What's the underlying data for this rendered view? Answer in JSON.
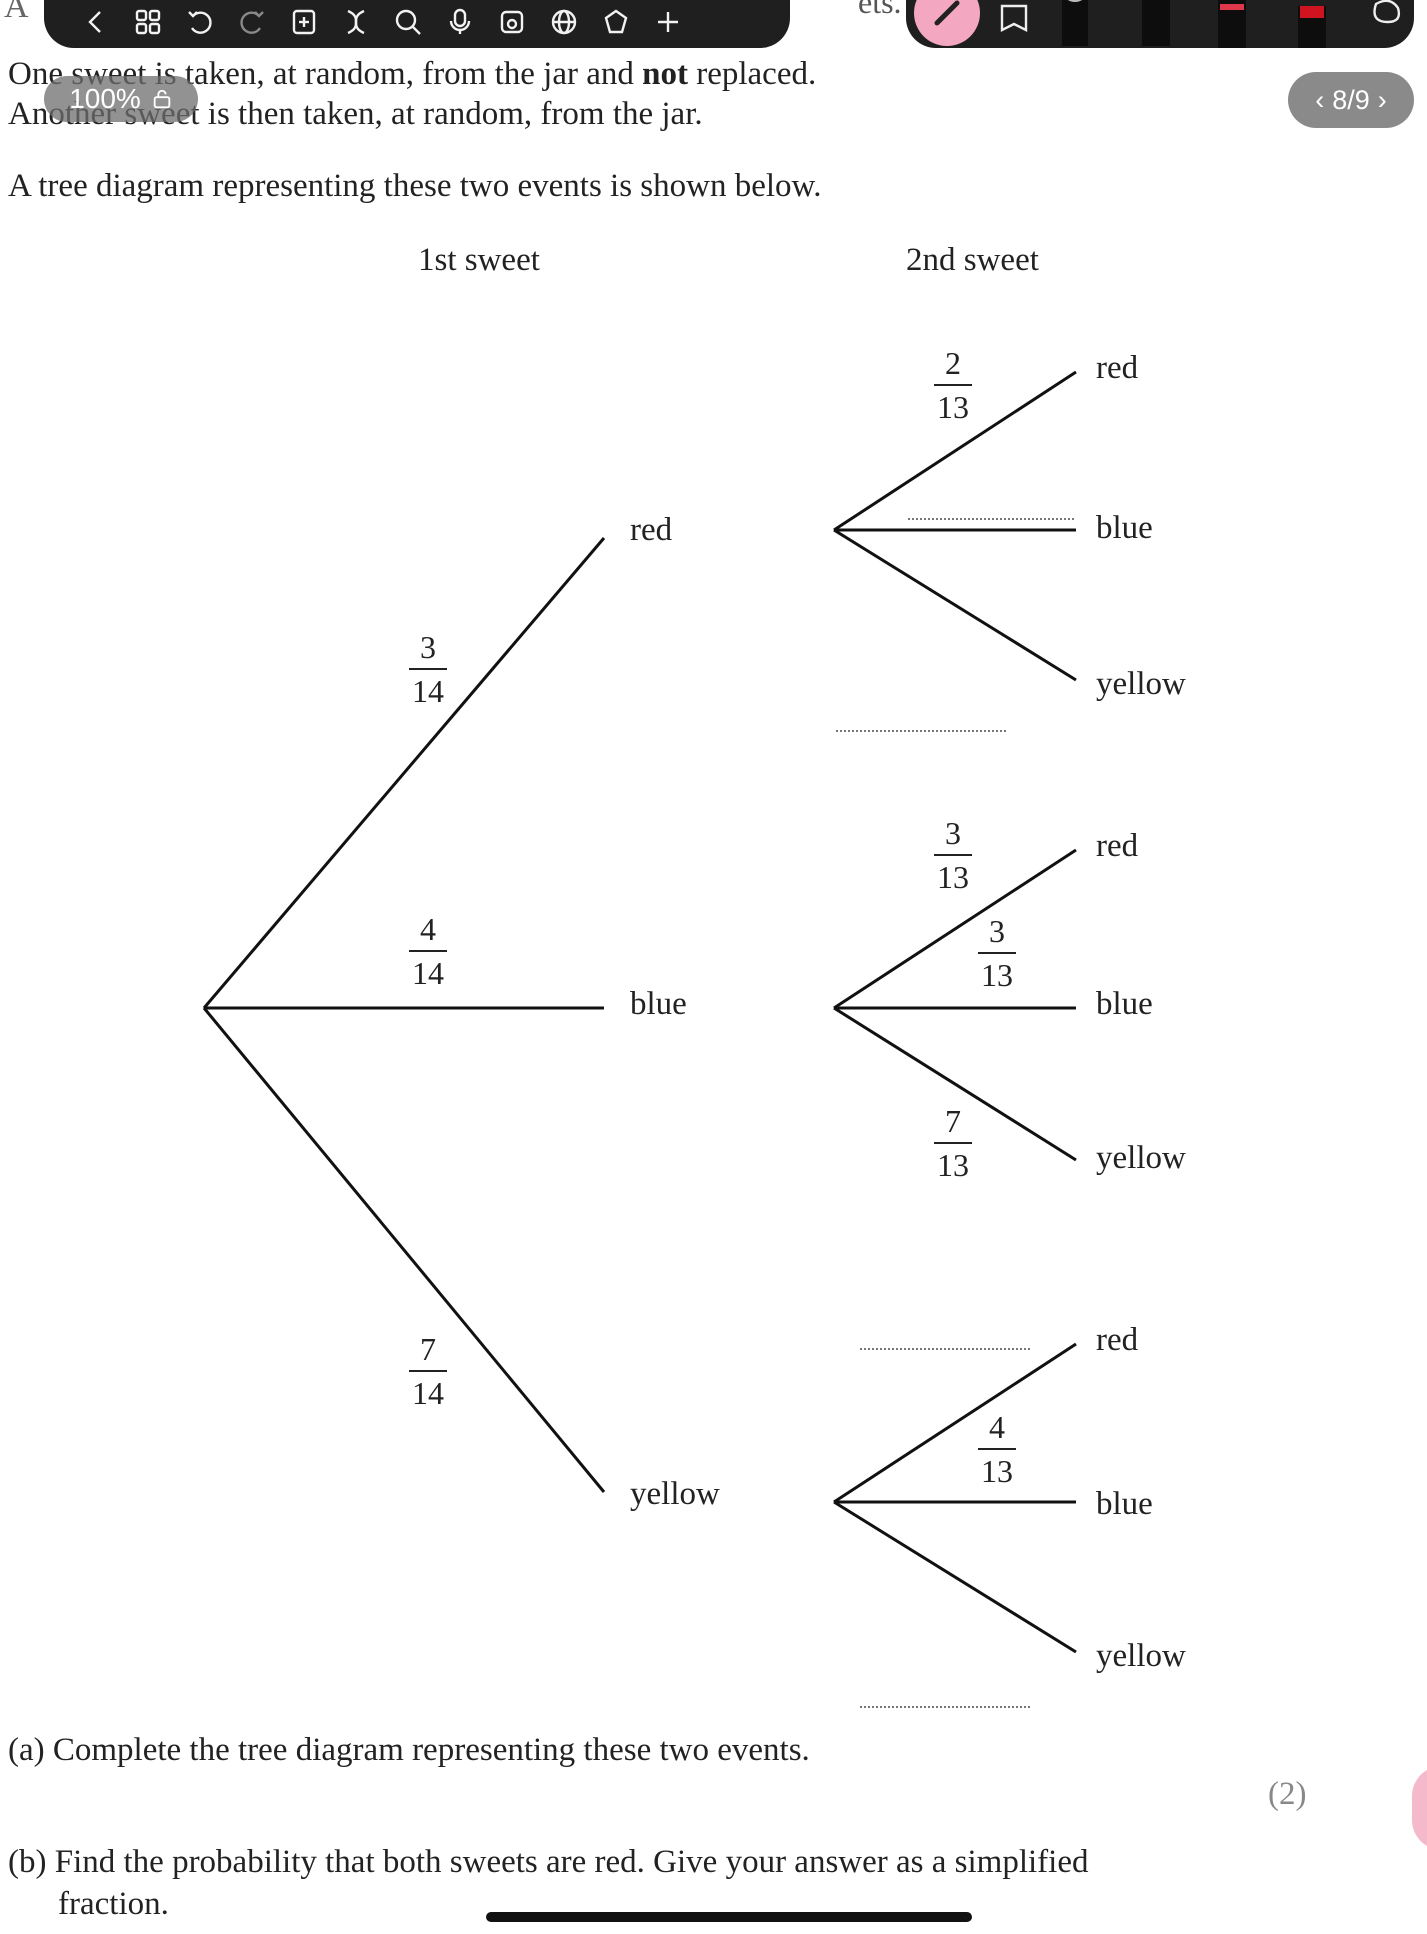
{
  "toolbar": {
    "buttons": [
      "back-icon",
      "thumbnails-icon",
      "undo-icon",
      "redo-icon",
      "add-page-icon",
      "dna-icon",
      "search-icon",
      "microphone-icon",
      "clip-icon",
      "web-icon",
      "shape-icon",
      "add-icon"
    ],
    "ghost_left": "A",
    "ghost_right": "ets."
  },
  "zoom": {
    "label": "100%"
  },
  "pager": {
    "label": "8/9"
  },
  "question": {
    "line1_pre": "One sweet is taken, at random, from the jar and ",
    "line1_bold": "not",
    "line1_post": " replaced.",
    "line2": "Another sweet is then taken, at random, from the jar.",
    "line3": "A tree diagram representing these two events is shown below.",
    "part_a": "(a) Complete the tree diagram representing these two events.",
    "marks_a": "(2)",
    "part_b_line1": "(b) Find the probability that both sweets are red. Give your answer as a simplified",
    "part_b_line2": "fraction."
  },
  "tree": {
    "header_first": "1st sweet",
    "header_second": "2nd sweet",
    "first": [
      {
        "label": "red",
        "num": "3",
        "den": "14"
      },
      {
        "label": "blue",
        "num": "4",
        "den": "14"
      },
      {
        "label": "yellow",
        "num": "7",
        "den": "14"
      }
    ],
    "second_red": [
      {
        "label": "red",
        "num": "2",
        "den": "13"
      },
      {
        "label": "blue",
        "num": "",
        "den": ""
      },
      {
        "label": "yellow",
        "num": "",
        "den": ""
      }
    ],
    "second_blue": [
      {
        "label": "red",
        "num": "3",
        "den": "13"
      },
      {
        "label": "blue",
        "num": "3",
        "den": "13"
      },
      {
        "label": "yellow",
        "num": "7",
        "den": "13"
      }
    ],
    "second_yellow": [
      {
        "label": "red",
        "num": "",
        "den": ""
      },
      {
        "label": "blue",
        "num": "4",
        "den": "13"
      },
      {
        "label": "yellow",
        "num": "",
        "den": ""
      }
    ]
  }
}
